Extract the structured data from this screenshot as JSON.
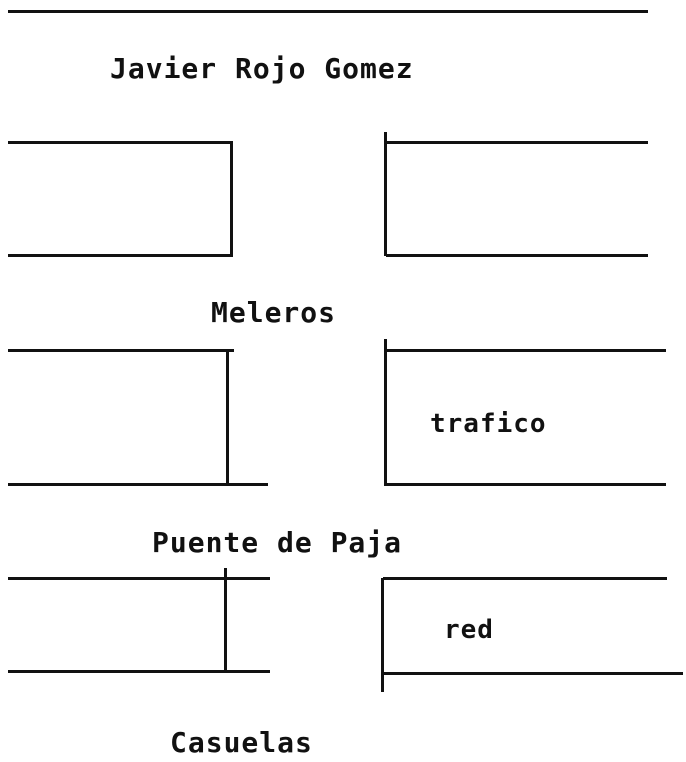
{
  "map": {
    "streets": {
      "top": "Javier Rojo Gomez",
      "second": "Meleros",
      "third": "Puente de Paja",
      "bottom": "Casuelas"
    },
    "block_labels": {
      "middle_right": "trafico",
      "lower_right": "red"
    }
  }
}
